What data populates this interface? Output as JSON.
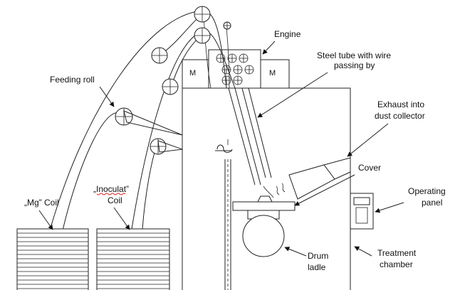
{
  "labels": {
    "engine": "Engine",
    "steel_tube_line1": "Steel tube with wire",
    "steel_tube_line2": "passing by",
    "feeding_roll": "Feeding roll",
    "exhaust_line1": "Exhaust into",
    "exhaust_line2": "dust collector",
    "cover": "Cover",
    "operating_panel_line1": "Operating",
    "operating_panel_line2": "panel",
    "mg_coil": "„Mg” Coil",
    "inoculat_line1": "„Inoculat”",
    "inoculat_line2": "Coil",
    "drum_line1": "Drum",
    "drum_line2": "ladle",
    "treatment_line1": "Treatment",
    "treatment_line2": "chamber",
    "motor_left": "M",
    "motor_right": "M"
  },
  "colors": {
    "line": "#222222",
    "spellcheck_underline": "#e02020"
  }
}
